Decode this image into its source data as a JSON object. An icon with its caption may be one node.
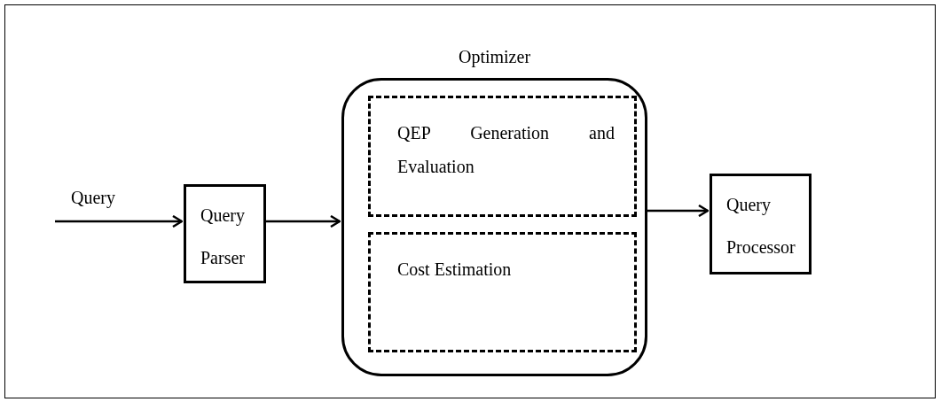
{
  "diagram": {
    "nodes": [
      {
        "text": [
          "Query Parser"
        ]
      },
      {
        "text": [
          "Optimizer"
        ]
      },
      {
        "text": [
          "QEP Generation and Evaluation"
        ],
        "in": 1
      },
      {
        "text": [
          "Cost Estimation"
        ],
        "in": 1
      },
      {
        "text": [
          "Query Processor"
        ]
      }
    ],
    "edges": [
      {
        "from": null,
        "to": 0,
        "arrow": "to",
        "label": "Query"
      },
      {
        "from": 0,
        "to": 1,
        "arrow": "to"
      },
      {
        "from": 1,
        "to": 4,
        "arrow": "to"
      }
    ]
  }
}
